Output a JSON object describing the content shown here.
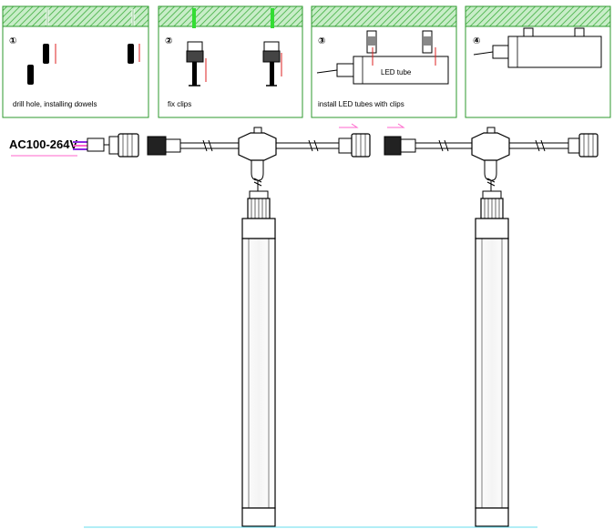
{
  "steps": [
    {
      "number": "①",
      "caption": "drill hole, installing dowels"
    },
    {
      "number": "②",
      "caption": "fix clips"
    },
    {
      "number": "③",
      "caption": "install LED tubes with clips",
      "tube_label": "LED tube"
    },
    {
      "number": "④",
      "caption": ""
    }
  ],
  "power_label": "AC100-264V",
  "colors": {
    "panel_border": "#2e9a2e",
    "panel_hatch": "#3fae3f",
    "dowel_green": "#33dd33",
    "dowel_red": "#dd2222",
    "wire_purple": "#8a2be2",
    "wire_pink": "#ff66cc",
    "cyan_line": "#66ddee"
  }
}
